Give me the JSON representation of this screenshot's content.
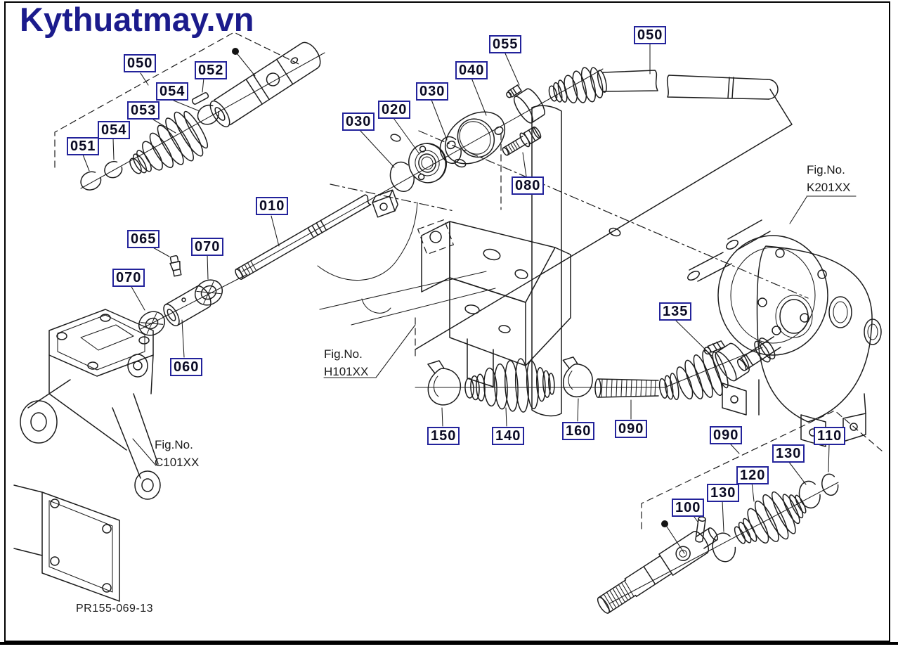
{
  "watermark": {
    "text": "Kythuatmay.vn"
  },
  "drawing": {
    "code": "PR155-069-13"
  },
  "colors": {
    "navy": "#1b1b8c",
    "line": "#1c1c1c",
    "label_border": "#23239b",
    "label_text": "#0a0a23",
    "background": "#ffffff"
  },
  "figure_refs": [
    {
      "label": "Fig.No.",
      "value": "K201XX"
    },
    {
      "label": "Fig.No.",
      "value": "H101XX"
    },
    {
      "label": "Fig.No.",
      "value": "C101XX"
    }
  ],
  "part_labels": [
    {
      "text": "050"
    },
    {
      "text": "052"
    },
    {
      "text": "054"
    },
    {
      "text": "053"
    },
    {
      "text": "054"
    },
    {
      "text": "051"
    },
    {
      "text": "010"
    },
    {
      "text": "030"
    },
    {
      "text": "020"
    },
    {
      "text": "030"
    },
    {
      "text": "040"
    },
    {
      "text": "055"
    },
    {
      "text": "080"
    },
    {
      "text": "050"
    },
    {
      "text": "135"
    },
    {
      "text": "150"
    },
    {
      "text": "140"
    },
    {
      "text": "160"
    },
    {
      "text": "090"
    },
    {
      "text": "090"
    },
    {
      "text": "110"
    },
    {
      "text": "130"
    },
    {
      "text": "120"
    },
    {
      "text": "130"
    },
    {
      "text": "100"
    },
    {
      "text": "065"
    },
    {
      "text": "070"
    },
    {
      "text": "070"
    },
    {
      "text": "060"
    }
  ]
}
